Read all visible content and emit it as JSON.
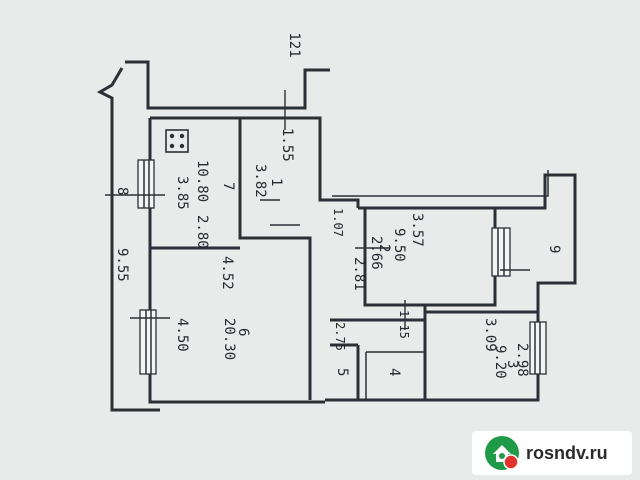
{
  "plan": {
    "number": "121",
    "outer_dims": [
      "8",
      "9.55"
    ],
    "rooms": [
      {
        "id": "1",
        "no": "1",
        "len": "1.55",
        "wid": "3.82"
      },
      {
        "id": "7",
        "no": "7",
        "area": "10.80",
        "len": "3.85",
        "wid": "2.80"
      },
      {
        "id": "6",
        "no": "6",
        "area": "20.30",
        "len": "4.52",
        "wid": "4.50"
      },
      {
        "id": "2",
        "no": "2",
        "area": "9.50",
        "len": "3.57",
        "wid": "2.66",
        "extra": "2.81"
      },
      {
        "id": "3",
        "no": "3",
        "area": "9.20",
        "len": "3.09",
        "wid": "2.98"
      },
      {
        "id": "4",
        "no": "4"
      },
      {
        "id": "5",
        "no": "5",
        "len": "2.75"
      },
      {
        "id": "9",
        "no": "9"
      }
    ],
    "misc_dims": [
      "1.07",
      "1.15"
    ]
  },
  "badge": {
    "text": "rosndv.ru",
    "logo_icon": "house-pin-icon",
    "colors": {
      "green": "#1e9a48",
      "red": "#e0312a"
    }
  }
}
